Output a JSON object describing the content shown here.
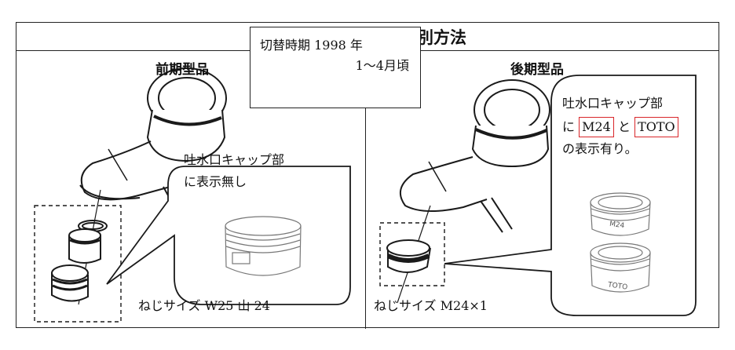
{
  "title": "前期・後期型製品識別方法",
  "left": {
    "heading": "前期型品",
    "callout_lines": [
      "吐水口キャップ部",
      "に表示無し"
    ],
    "thread_prefix": "ねじサイズ",
    "thread_size": "W25 山 24"
  },
  "switch": {
    "line1_label": "切替時期",
    "line1_year": "1998 年",
    "line2": "1～4月頃"
  },
  "right": {
    "heading": "後期型品",
    "callout_line1": "吐水口キャップ部",
    "callout_pre": "に",
    "marking_1": "M24",
    "callout_mid": "と",
    "marking_2": "TOTO",
    "callout_line3": "の表示有り。",
    "cap_label_1": "M24",
    "cap_label_2": "TOTO",
    "thread_prefix": "ねじサイズ",
    "thread_size": "M24×1"
  },
  "colors": {
    "highlight_border": "#d9262a",
    "line": "#222222"
  },
  "icons": [
    "faucet-illustration",
    "aerator-parts-illustration",
    "cap-illustration"
  ]
}
